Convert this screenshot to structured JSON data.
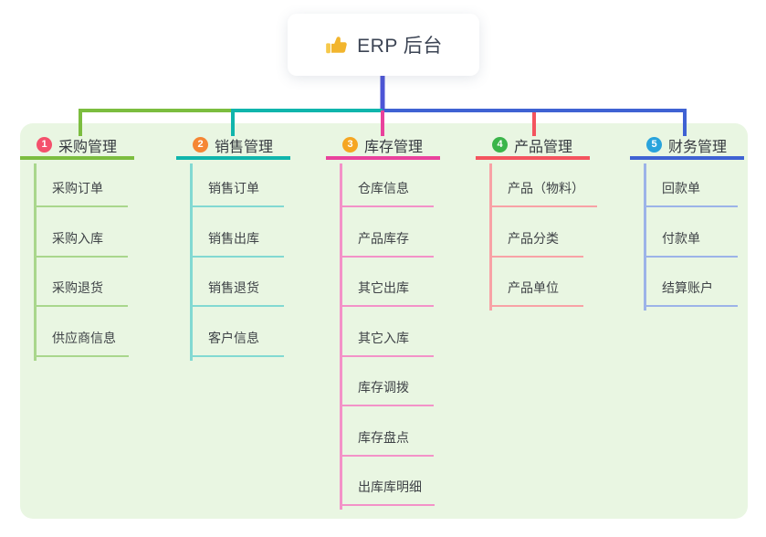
{
  "root": {
    "title": "ERP 后台",
    "icon": "thumbs-up"
  },
  "colors": {
    "panel_bg": "#e9f6e2",
    "root_line": "#4d55d6",
    "icon_yellow": "#f2b52e",
    "icon_cuff_yellow": "#f6c94a"
  },
  "branches": [
    {
      "num": "1",
      "label": "采购管理",
      "color_main": "#7cbd3f",
      "color_light": "#a9d78c",
      "color_badge": "#f4516c",
      "children": [
        "采购订单",
        "采购入库",
        "采购退货",
        "供应商信息"
      ]
    },
    {
      "num": "2",
      "label": "销售管理",
      "color_main": "#10b5ac",
      "color_light": "#82d9d2",
      "color_badge": "#f58634",
      "children": [
        "销售订单",
        "销售出库",
        "销售退货",
        "客户信息"
      ]
    },
    {
      "num": "3",
      "label": "库存管理",
      "color_main": "#e9429c",
      "color_light": "#f392c8",
      "color_badge": "#f5a623",
      "children": [
        "仓库信息",
        "产品库存",
        "其它出库",
        "其它入库",
        "库存调拨",
        "库存盘点",
        "出库库明细"
      ]
    },
    {
      "num": "4",
      "label": "产品管理",
      "color_main": "#f4545e",
      "color_light": "#f8a2a6",
      "color_badge": "#3bb54a",
      "children": [
        "产品（物料）",
        "产品分类",
        "产品单位"
      ]
    },
    {
      "num": "5",
      "label": "财务管理",
      "color_main": "#3f62d3",
      "color_light": "#9cb3e8",
      "color_badge": "#29a3dc",
      "children": [
        "回款单",
        "付款单",
        "结算账户"
      ]
    }
  ]
}
